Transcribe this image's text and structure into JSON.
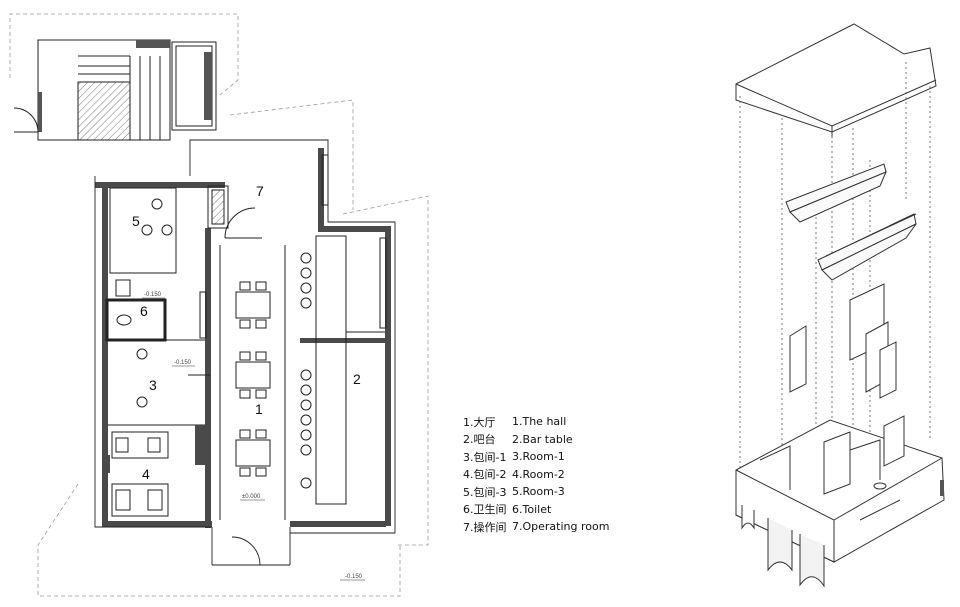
{
  "plan": {
    "rooms": [
      {
        "num": "1"
      },
      {
        "num": "2"
      },
      {
        "num": "3"
      },
      {
        "num": "4"
      },
      {
        "num": "5"
      },
      {
        "num": "6"
      },
      {
        "num": "7"
      }
    ],
    "levels": {
      "upper": "-0.150",
      "mid": "-0.150",
      "floor": "±0.000",
      "bottom": "-0.150"
    }
  },
  "legend": {
    "items": [
      {
        "cn": "1.大厅",
        "en": "1.The hall"
      },
      {
        "cn": "2.吧台",
        "en": "2.Bar table"
      },
      {
        "cn": "3.包间-1",
        "en": "3.Room-1"
      },
      {
        "cn": "4.包间-2",
        "en": "4.Room-2"
      },
      {
        "cn": "5.包间-3",
        "en": "5.Room-3"
      },
      {
        "cn": "6.卫生间",
        "en": "6.Toilet"
      },
      {
        "cn": "7.操作间",
        "en": "7.Operating room"
      }
    ]
  },
  "colors": {
    "wall": "#4a4a4a",
    "line": "#222222",
    "dash": "#9a9a9a",
    "hatch": "#777777"
  }
}
